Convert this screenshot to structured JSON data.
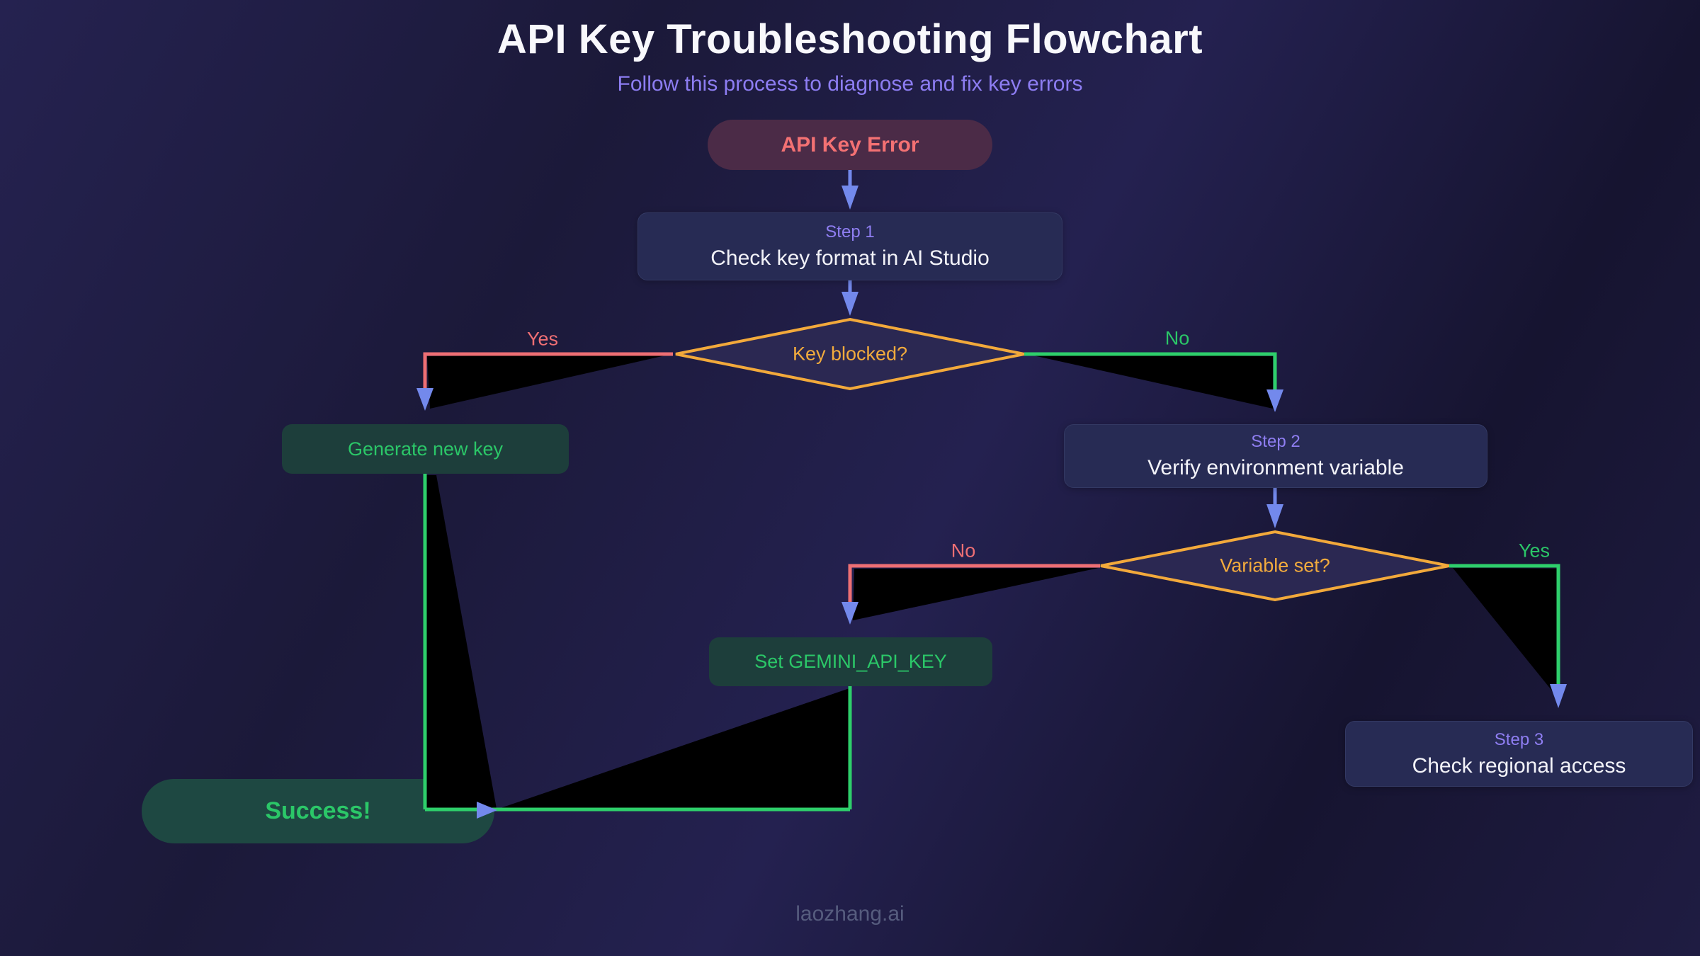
{
  "page": {
    "title": "API Key Troubleshooting Flowchart",
    "subtitle": "Follow this process to diagnose and fix key errors",
    "footer": "laozhang.ai"
  },
  "nodes": {
    "start": {
      "label": "API Key Error"
    },
    "step1": {
      "badge": "Step 1",
      "label": "Check key format in AI Studio"
    },
    "decision1": {
      "label": "Key blocked?"
    },
    "generate": {
      "label": "Generate new key"
    },
    "step2": {
      "badge": "Step 2",
      "label": "Verify environment variable"
    },
    "decision2": {
      "label": "Variable set?"
    },
    "setkey": {
      "label": "Set GEMINI_API_KEY"
    },
    "step3": {
      "badge": "Step 3",
      "label": "Check regional access"
    },
    "success": {
      "label": "Success!"
    }
  },
  "edge_labels": {
    "decision1_yes": "Yes",
    "decision1_no": "No",
    "decision2_no": "No",
    "decision2_yes": "Yes"
  },
  "colors": {
    "decision_orange": "#f2a93b",
    "edge_red": "#ee6f74",
    "edge_green": "#2ecf6b",
    "arrow_blue": "#7389ec",
    "step_purple": "#8f7ef2",
    "node_green_text": "#2bc768"
  }
}
